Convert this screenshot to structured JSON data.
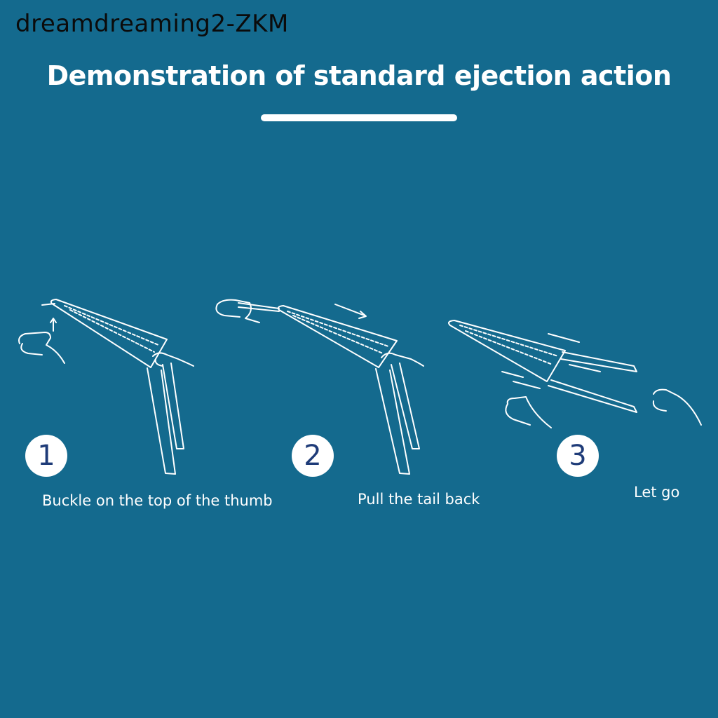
{
  "watermark": "dreamdreaming2-ZKM",
  "title": "Demonstration of standard ejection action",
  "steps": [
    {
      "number": "1",
      "caption": "Buckle on the top of the thumb"
    },
    {
      "number": "2",
      "caption": "Pull the tail back"
    },
    {
      "number": "3",
      "caption": "Let go"
    }
  ],
  "colors": {
    "background": "#146a8e",
    "badge_text": "#1e3b78",
    "line_art": "#ffffff"
  }
}
